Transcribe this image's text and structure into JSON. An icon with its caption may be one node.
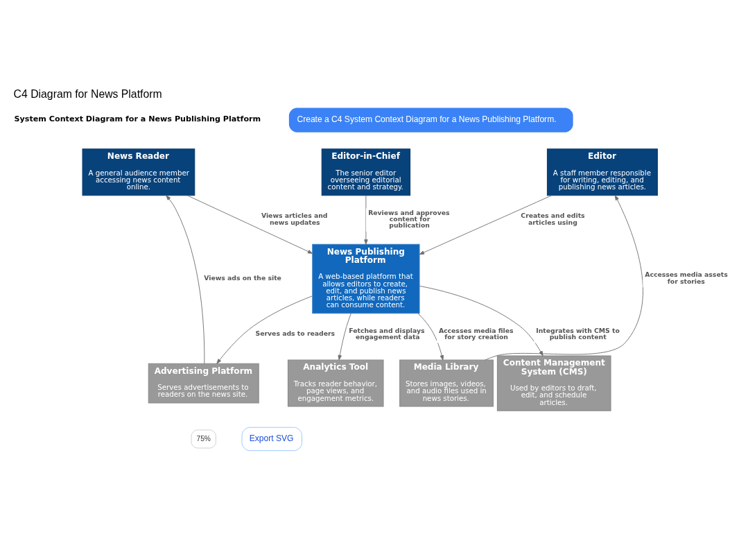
{
  "diagram": {
    "title": "C4 Diagram for News Platform",
    "nodes": [
      {
        "text": [
          "News Reader",
          "A general audience member accessing news content online."
        ]
      },
      {
        "text": [
          "Editor-in-Chief",
          "The senior editor overseeing editorial content and strategy."
        ]
      },
      {
        "text": [
          "Editor",
          "A staff member responsible for writing, editing, and publishing news articles."
        ]
      },
      {
        "text": [
          "News Publishing Platform",
          "A web-based platform that allows editors to create, edit, and publish news articles, while readers can consume content."
        ]
      },
      {
        "text": [
          "Advertising Platform",
          "Serves advertisements to readers on the news site."
        ]
      },
      {
        "text": [
          "Analytics Tool",
          "Tracks reader behavior, page views, and engagement metrics."
        ]
      },
      {
        "text": [
          "Media Library",
          "Stores images, videos, and audio files used in news stories."
        ]
      },
      {
        "text": [
          "Content Management System (CMS)",
          "Used by editors to draft, edit, and schedule articles."
        ]
      }
    ],
    "edges": [
      {
        "from": 0,
        "to": 3,
        "arrow": "to",
        "label": "Views articles and news updates"
      },
      {
        "from": 1,
        "to": 3,
        "arrow": "to",
        "label": "Reviews and approves content for publication"
      },
      {
        "from": 2,
        "to": 3,
        "arrow": "to",
        "label": "Creates and edits articles using"
      },
      {
        "from": 3,
        "to": 4,
        "arrow": "to",
        "label": "Serves ads to readers"
      },
      {
        "from": 3,
        "to": 5,
        "arrow": "to",
        "label": "Fetches and displays engagement data"
      },
      {
        "from": 3,
        "to": 6,
        "arrow": "to",
        "label": "Accesses media files for story creation"
      },
      {
        "from": 3,
        "to": 7,
        "arrow": "to",
        "label": "Integrates with CMS to publish content"
      },
      {
        "from": 4,
        "to": 0,
        "arrow": "to",
        "label": "Views ads on the site"
      },
      {
        "from": 6,
        "to": 2,
        "arrow": "to",
        "label": "Accesses media assets for stories"
      }
    ],
    "labels": [
      "System Context Diagram for a News Publishing Platform",
      "Create a C4 System Context Diagram for a News Publishing Platform.",
      "75%",
      "Export SVG"
    ]
  }
}
